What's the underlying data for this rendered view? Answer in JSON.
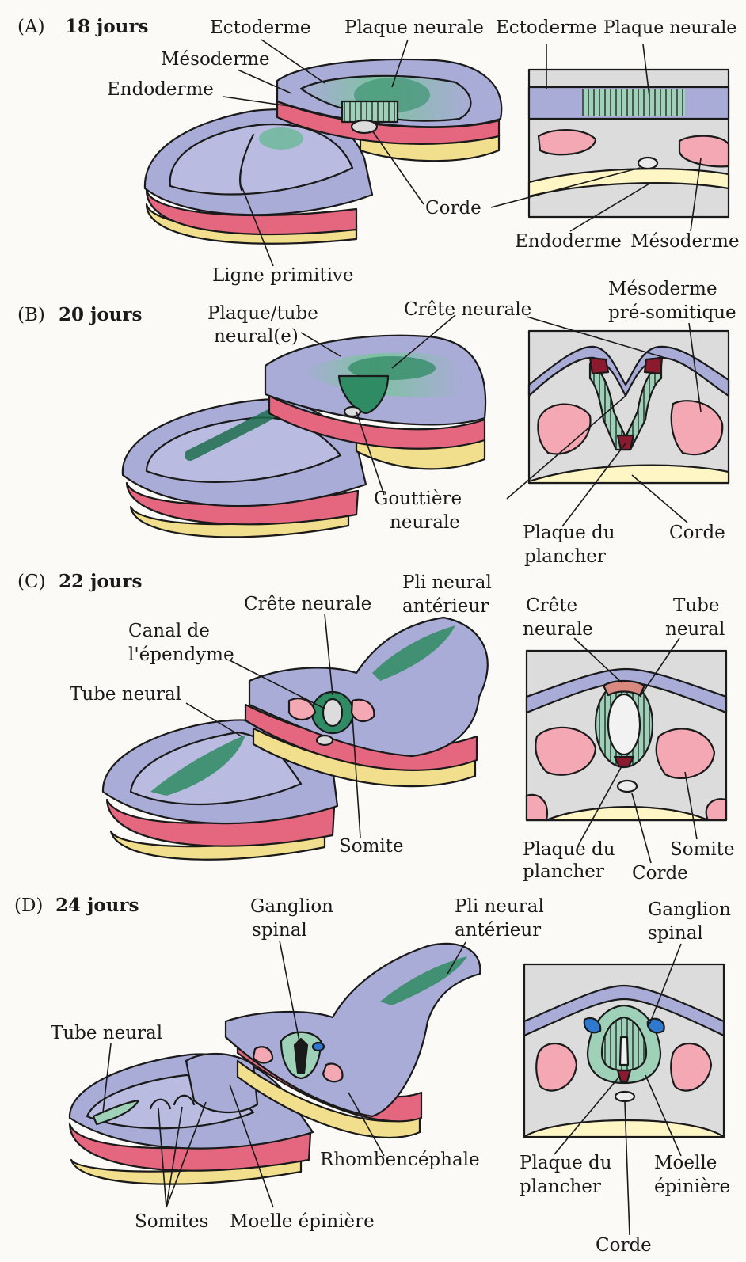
{
  "panels": {
    "A": {
      "letter": "(A)",
      "day": "18 jours",
      "labels": {
        "ectoderme": "Ectoderme",
        "plaque_neurale": "Plaque neurale",
        "mesoderme": "Mésoderme",
        "endoderme": "Endoderme",
        "corde": "Corde",
        "ligne_primitive": "Ligne primitive",
        "x_ectoderme": "Ectoderme",
        "x_plaque_neurale": "Plaque neurale",
        "x_endoderme": "Endoderme",
        "x_mesoderme": "Mésoderme"
      }
    },
    "B": {
      "letter": "(B)",
      "day": "20 jours",
      "labels": {
        "plaque_tube_1": "Plaque/tube",
        "plaque_tube_2": "neural(e)",
        "crete_neurale": "Crête neurale",
        "gouttiere_1": "Gouttière",
        "gouttiere_2": "neurale",
        "meso_presom_1": "Mésoderme",
        "meso_presom_2": "pré-somitique",
        "plaque_plancher_1": "Plaque du",
        "plaque_plancher_2": "plancher",
        "corde": "Corde"
      }
    },
    "C": {
      "letter": "(C)",
      "day": "22 jours",
      "labels": {
        "crete_neurale": "Crête neurale",
        "pli_ant_1": "Pli neural",
        "pli_ant_2": "antérieur",
        "canal_1": "Canal de",
        "canal_2": "l'épendyme",
        "tube_neural": "Tube neural",
        "somite": "Somite",
        "x_crete_1": "Crête",
        "x_crete_2": "neurale",
        "x_tube_1": "Tube",
        "x_tube_2": "neural",
        "x_plaque_1": "Plaque du",
        "x_plaque_2": "plancher",
        "x_corde": "Corde",
        "x_somite": "Somite"
      }
    },
    "D": {
      "letter": "(D)",
      "day": "24 jours",
      "labels": {
        "ganglion_1": "Ganglion",
        "ganglion_2": "spinal",
        "pli_ant_1": "Pli neural",
        "pli_ant_2": "antérieur",
        "tube_neural": "Tube neural",
        "rhombencephale": "Rhombencéphale",
        "somites": "Somites",
        "moelle": "Moelle épinière",
        "x_ganglion_1": "Ganglion",
        "x_ganglion_2": "spinal",
        "x_plaque_1": "Plaque du",
        "x_plaque_2": "plancher",
        "x_moelle_1": "Moelle",
        "x_moelle_2": "épinière",
        "x_corde": "Corde"
      }
    }
  },
  "colors": {
    "ectoderm": "#a9acd6",
    "neural": "#6fb89a",
    "neural_dark": "#1e6e50",
    "mesoderm": "#f4a8b4",
    "mesoderm_dark": "#e4677f",
    "endoderm": "#f2df8e",
    "crest": "#8b1a2e",
    "ganglion": "#2f78d0",
    "background_gray": "#dcdcdc"
  }
}
